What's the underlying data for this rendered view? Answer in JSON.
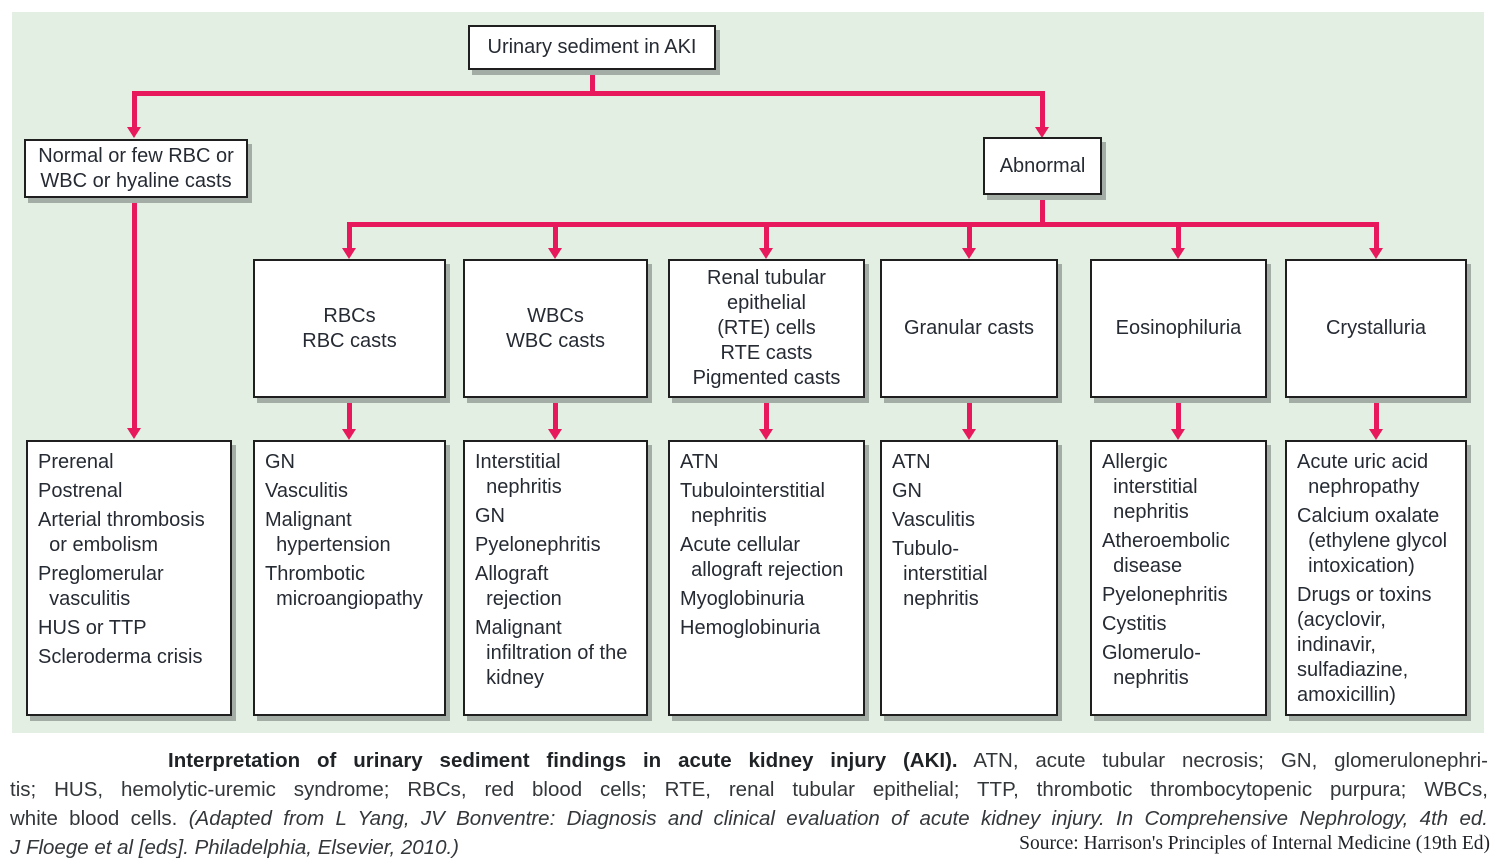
{
  "colors": {
    "accent": "#e8185c",
    "panel_bg": "#e2efe2",
    "box_border": "#1f1f1f",
    "text": "#262b33"
  },
  "flowchart": {
    "root": "Urinary sediment in AKI",
    "normal_branch": {
      "label": "Normal or few RBC or\nWBC or hyaline casts",
      "findings": [
        "Prerenal",
        "Postrenal",
        "Arterial thrombosis\n  or embolism",
        "Preglomerular\n  vasculitis",
        "HUS or TTP",
        "Scleroderma crisis"
      ]
    },
    "abnormal_branch": {
      "label": "Abnormal",
      "categories": [
        {
          "label": "RBCs\nRBC casts",
          "findings": [
            "GN",
            "Vasculitis",
            "Malignant\n  hypertension",
            "Thrombotic\n  microangiopathy"
          ]
        },
        {
          "label": "WBCs\nWBC casts",
          "findings": [
            "Interstitial\n  nephritis",
            "GN",
            "Pyelonephritis",
            "Allograft\n  rejection",
            "Malignant\n  infiltration of the\n  kidney"
          ]
        },
        {
          "label": "Renal tubular\nepithelial\n(RTE) cells\nRTE casts\nPigmented casts",
          "findings": [
            "ATN",
            "Tubulointerstitial\n  nephritis",
            "Acute cellular\n  allograft rejection",
            "Myoglobinuria",
            "Hemoglobinuria"
          ]
        },
        {
          "label": "Granular casts",
          "findings": [
            "ATN",
            "GN",
            "Vasculitis",
            "Tubulo-\n  interstitial\n  nephritis"
          ]
        },
        {
          "label": "Eosinophiluria",
          "findings": [
            "Allergic\n  interstitial\n  nephritis",
            "Atheroembolic\n  disease",
            "Pyelonephritis",
            "Cystitis",
            "Glomerulo-\n  nephritis"
          ]
        },
        {
          "label": "Crystalluria",
          "findings": [
            "Acute uric acid\n  nephropathy",
            "Calcium oxalate\n  (ethylene glycol\n  intoxication)",
            "Drugs or toxins\n(acyclovir,\nindinavir,\nsulfadiazine,\namoxicillin)"
          ]
        }
      ]
    }
  },
  "caption": {
    "line1_bold": "Interpretation of urinary sediment findings in acute kidney injury (AKI).",
    "line1_rest": " ATN, acute tubular necrosis; GN, glomerulonephri-",
    "line2": "tis; HUS, hemolytic-uremic syndrome; RBCs, red blood cells; RTE, renal tubular epithelial; TTP, thrombotic thrombocytopenic purpura; WBCs,",
    "line3_normal": "white blood cells. ",
    "line3_italic": "(Adapted from L Yang, JV Bonventre: Diagnosis and clinical evaluation of acute kidney injury. In Comprehensive Nephrology, 4th ed.",
    "line4_italic": "J Floege et al [eds]. Philadelphia, Elsevier, 2010.)",
    "source": "Source: Harrison's Principles of Internal Medicine (19th Ed)"
  }
}
